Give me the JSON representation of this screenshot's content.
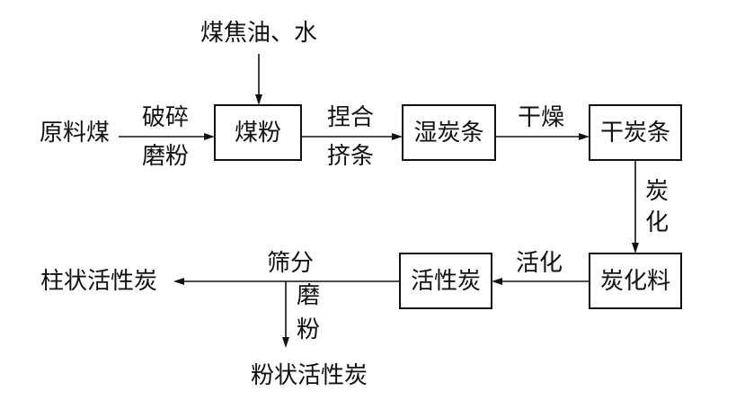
{
  "inputs": {
    "raw_coal": "原料煤",
    "binder_water": "煤焦油、水"
  },
  "nodes": {
    "coal_powder": "煤粉",
    "wet_carbon_strip": "湿炭条",
    "dry_carbon_strip": "干炭条",
    "carbonized_material": "炭化料",
    "activated_carbon": "活性炭"
  },
  "steps": {
    "crush_line1": "破碎",
    "crush_line2": "磨粉",
    "knead_line1": "捏合",
    "knead_line2": "挤条",
    "drying": "干燥",
    "carbonize_line1": "炭",
    "carbonize_line2": "化",
    "activation": "活化",
    "screening": "筛分",
    "grind_line1": "磨",
    "grind_line2": "粉"
  },
  "outputs": {
    "columnar": "柱状活性炭",
    "powdered": "粉状活性炭"
  }
}
